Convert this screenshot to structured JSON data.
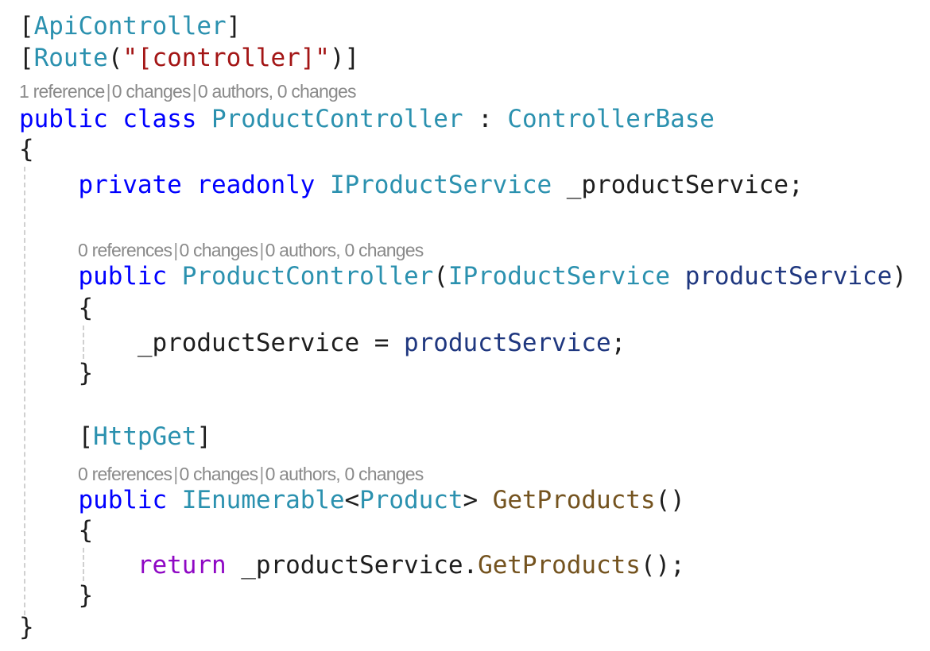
{
  "editor": {
    "language": "csharp",
    "colors": {
      "keyword": "#0000ff",
      "type": "#2b91af",
      "string": "#a31515",
      "control_keyword": "#8f08c4",
      "method": "#74531f",
      "parameter": "#1f377f",
      "codelens": "#8a8a8a",
      "background": "#ffffff"
    },
    "lines": {
      "attr_api": {
        "open": "[",
        "name": "ApiController",
        "close": "]"
      },
      "attr_route": {
        "open": "[",
        "name": "Route",
        "paren_open": "(",
        "string": "\"[controller]\"",
        "paren_close": ")",
        "close": "]"
      },
      "class_lens": {
        "refs": "1 reference",
        "changes": "0 changes",
        "authors": "0 authors, 0 changes"
      },
      "class_decl": {
        "kw_public": "public",
        "kw_class": "class",
        "name": "ProductController",
        "colon": ":",
        "base": "ControllerBase"
      },
      "class_open": "{",
      "field_decl": {
        "kw_private": "private",
        "kw_readonly": "readonly",
        "type": "IProductService",
        "name": "_productService",
        "semi": ";"
      },
      "ctor_lens": {
        "refs": "0 references",
        "changes": "0 changes",
        "authors": "0 authors, 0 changes"
      },
      "ctor_decl": {
        "kw_public": "public",
        "name": "ProductController",
        "paren_open": "(",
        "param_type": "IProductService",
        "param_name": "productService",
        "paren_close": ")"
      },
      "ctor_open": "{",
      "ctor_body": {
        "field": "_productService",
        "eq": "=",
        "value": "productService",
        "semi": ";"
      },
      "ctor_close": "}",
      "attr_httpget": {
        "open": "[",
        "name": "HttpGet",
        "close": "]"
      },
      "method_lens": {
        "refs": "0 references",
        "changes": "0 changes",
        "authors": "0 authors, 0 changes"
      },
      "method_decl": {
        "kw_public": "public",
        "type": "IEnumerable",
        "lt": "<",
        "type_arg": "Product",
        "gt": ">",
        "name": "GetProducts",
        "parens": "()"
      },
      "method_open": "{",
      "method_body": {
        "kw_return": "return",
        "field": "_productService",
        "dot": ".",
        "call": "GetProducts",
        "parens": "()",
        "semi": ";"
      },
      "method_close": "}",
      "class_close": "}"
    },
    "separator": "|"
  }
}
